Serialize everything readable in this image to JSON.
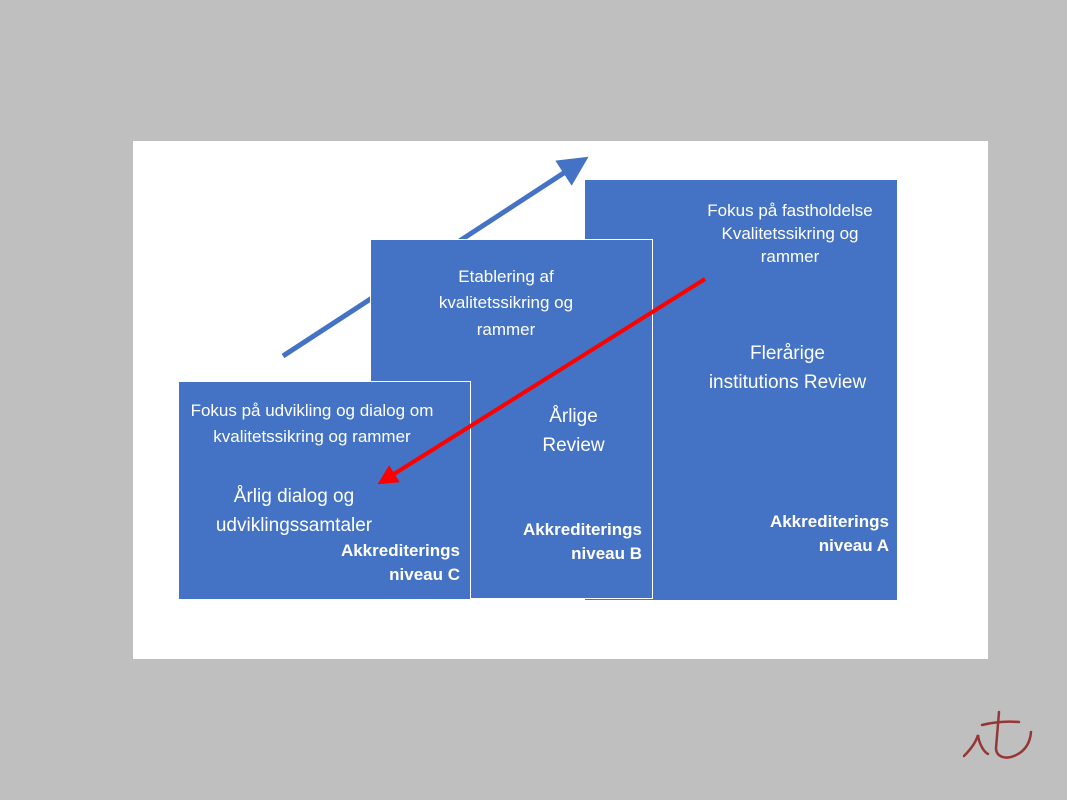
{
  "levelA": {
    "focus": "Fokus på fastholdelse Kvalitetssikring og rammer",
    "review": "Flerårige institutions Review",
    "label_line1": "Akkrediterings",
    "label_line2": "niveau A"
  },
  "levelB": {
    "focus": "Etablering af kvalitetssikring og rammer",
    "review": "Årlige Review",
    "label_line1": "Akkrediterings",
    "label_line2": "niveau B"
  },
  "levelC": {
    "focus": "Fokus på udvikling og dialog om kvalitetssikring og rammer",
    "review": "Årlig dialog og udviklingssamtaler",
    "label_line1": "Akkrediterings",
    "label_line2": "niveau C"
  },
  "colors": {
    "box": "#4472c4",
    "up_arrow": "#4472c4",
    "down_arrow": "#ff0000",
    "logo": "#953735"
  }
}
